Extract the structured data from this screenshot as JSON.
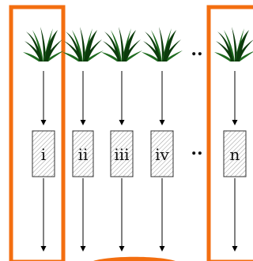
{
  "colors": {
    "highlight": "#f36e10",
    "grass_dark": "#0c3b0c",
    "grass_mid": "#1e6b1e",
    "arrow": "#000000",
    "box_hatch": "#9a9a9a"
  },
  "icons": {
    "plant": "grass-tuft-icon"
  },
  "columns": [
    {
      "label": "i"
    },
    {
      "label": "ii"
    },
    {
      "label": "iii"
    },
    {
      "label": "iv"
    },
    {
      "label": "n"
    }
  ],
  "ellipsis": {
    "top": "..",
    "middle": ".."
  }
}
